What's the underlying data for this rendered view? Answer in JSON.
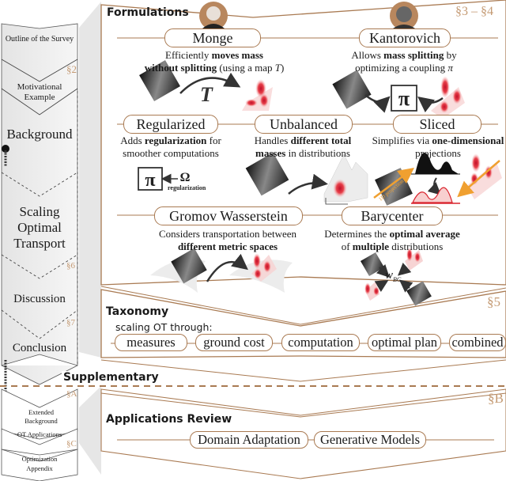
{
  "sidebar": {
    "main_sections": [
      {
        "label": "Outline of the Survey",
        "section": ""
      },
      {
        "label": "Motivational Example",
        "section": "§2"
      },
      {
        "label": "Background",
        "section": ""
      },
      {
        "label": "Scaling Optimal Transport",
        "section": ""
      },
      {
        "label": "Discussion",
        "section": "§6"
      },
      {
        "label": "Conclusion",
        "section": "§7"
      }
    ],
    "supplementary_sections": [
      {
        "label": "Extended Background",
        "section": "§A"
      },
      {
        "label": "OT Applications",
        "section": ""
      },
      {
        "label": "Optimization Appendix",
        "section": "§C"
      }
    ]
  },
  "formulations": {
    "title": "Formulations",
    "section": "§3 – §4",
    "items": [
      {
        "name": "Monge",
        "desc_parts": [
          "Efficiently ",
          "moves mass",
          " ",
          "without splitting",
          " (using a map ",
          "T",
          ")"
        ],
        "icon": "map-T"
      },
      {
        "name": "Kantorovich",
        "desc_parts": [
          "Allows ",
          "mass splitting",
          " by",
          "optimizing a coupling ",
          "π"
        ],
        "icon": "coupling-pi"
      },
      {
        "name": "Regularized",
        "desc_line1": [
          "Adds ",
          "regularization",
          " for"
        ],
        "desc_line2": "smoother computations",
        "icon_label": "regularization",
        "omega": "Ω",
        "pi": "π"
      },
      {
        "name": "Unbalanced",
        "desc_line1": [
          "Handles ",
          "different total"
        ],
        "desc_line2": [
          "masses",
          " in distributions"
        ]
      },
      {
        "name": "Sliced",
        "desc_line1": [
          "Simplifies via ",
          "one-dimensional"
        ],
        "desc_line2": "projections",
        "icon_label": "1D projection"
      },
      {
        "name": "Gromov Wasserstein",
        "desc_line1": "Considers transportation between",
        "desc_line2": "different metric spaces"
      },
      {
        "name": "Barycenter",
        "desc_line1": [
          "Determines the ",
          "optimal average"
        ],
        "desc_line2": [
          "of ",
          "multiple",
          " distributions"
        ],
        "center_label": "w",
        "center_sub": "BC"
      }
    ]
  },
  "taxonomy": {
    "title": "Taxonomy",
    "section": "§5",
    "subtitle": "scaling OT through:",
    "items": [
      "measures",
      "ground cost",
      "computation",
      "optimal plan",
      "combined"
    ]
  },
  "supplementary": {
    "title": "Supplementary"
  },
  "applications": {
    "title": "Applications Review",
    "section": "§B",
    "items": [
      "Domain Adaptation",
      "Generative Models"
    ]
  },
  "colors": {
    "accent_brown": "#a97a52",
    "section_label": "#c49a73",
    "sidebar_fill": "#f0f0f0",
    "funnel_gray": "#e6e6e6",
    "density_red": "#d9232d"
  }
}
